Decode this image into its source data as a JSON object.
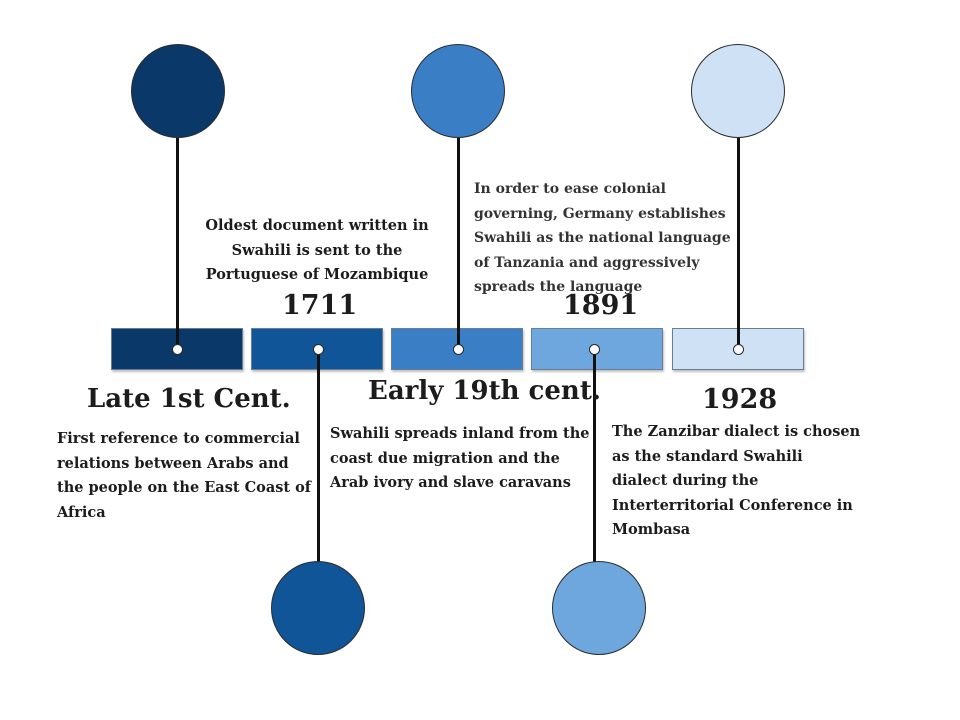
{
  "events": [
    {
      "label": "Late 1st Cent.",
      "description": "First reference to commercial relations between Arabs and the people on the East Coast of Africa",
      "bar_color": "#0a3869",
      "circle_color": "#0a3869"
    },
    {
      "label": "1711",
      "description": "Oldest document written in Swahili is sent to the Portuguese of Mozambique",
      "bar_color": "#115599",
      "circle_color": "#115599"
    },
    {
      "label": "Early 19th cent.",
      "description": "Swahili spreads inland from the coast due migration and the Arab ivory and slave caravans",
      "bar_color": "#3a7fc6",
      "circle_color": "#3a7fc6"
    },
    {
      "label": "1891",
      "description": "In order to ease colonial governing, Germany establishes Swahili as the national language of Tanzania and aggressively spreads the language",
      "bar_color": "#6ea6de",
      "circle_color": "#6ea6de"
    },
    {
      "label": "1928",
      "description": "The Zanzibar dialect is chosen as the standard Swahili dialect during the Interterritorial Conference in Mombasa",
      "bar_color": "#cfe1f5",
      "circle_color": "#cfe1f5"
    }
  ]
}
